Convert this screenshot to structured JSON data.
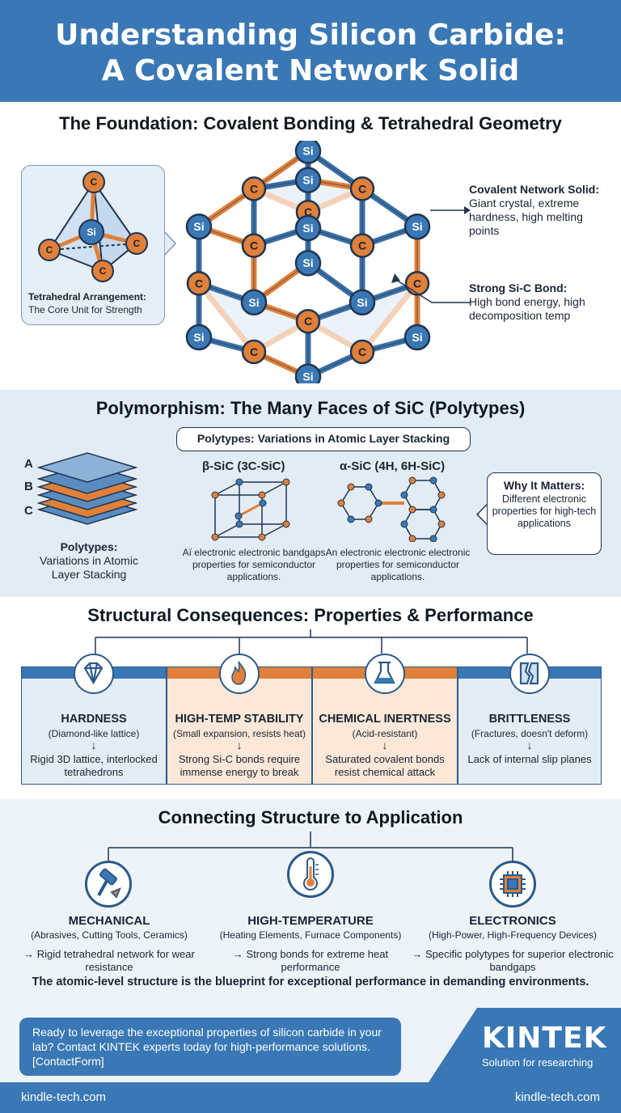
{
  "header": {
    "title_line1": "Understanding Silicon Carbide:",
    "title_line2": "A Covalent Network Solid"
  },
  "foundation": {
    "title": "The Foundation: Covalent Bonding & Tetrahedral Geometry",
    "tetra_caption_bold": "Tetrahedral Arrangement:",
    "tetra_caption": "The Core Unit for Strength",
    "atom_si": "Si",
    "atom_c": "C",
    "note1_title": "Covalent Network Solid:",
    "note1_text": "Giant crystal, extreme hardness, high melting points",
    "note2_title": "Strong Si-C Bond:",
    "note2_text": "High bond energy, high decomposition temp"
  },
  "polymorphism": {
    "title": "Polymorphism: The Many Faces of SiC (Polytypes)",
    "pill": "Polytypes: Variations in Atomic Layer Stacking",
    "layers": [
      "A",
      "B",
      "C"
    ],
    "left_caption_bold": "Polytypes:",
    "left_caption": "Variations in Atomic Layer Stacking",
    "beta_name": "β-SiC (3C-SiC)",
    "beta_desc": "Aï electronic electronic bandgaps properties for semiconductor applications.",
    "alpha_name": "α-SiC (4H, 6H-SiC)",
    "alpha_desc": "An electronic electronic electronic properties for semiconductor applications.",
    "why_title": "Why It Matters:",
    "why_text": "Different electronic properties for high-tech applications"
  },
  "properties": {
    "title": "Structural Consequences: Properties & Performance",
    "arrow": "↓",
    "cards": [
      {
        "title": "HARDNESS",
        "sub": "(Diamond-like lattice)",
        "result": "Rigid 3D lattice, interlocked tetrahedrons",
        "icon": "diamond-icon"
      },
      {
        "title": "HIGH-TEMP STABILITY",
        "sub": "(Small expansion, resists heat)",
        "result": "Strong Si-C bonds require immense energy to break",
        "icon": "flame-icon"
      },
      {
        "title": "CHEMICAL INERTNESS",
        "sub": "(Acid-resistant)",
        "result": "Saturated covalent bonds resist chemical attack",
        "icon": "flask-icon"
      },
      {
        "title": "BRITTLENESS",
        "sub": "(Fractures, doesn't deform)",
        "result": "Lack of internal slip planes",
        "icon": "fracture-icon"
      }
    ],
    "colors": {
      "blue_band": "#3a78b5",
      "orange_band": "#e0803a",
      "blue_fill": "#e4edf6",
      "orange_fill": "#fbe8d8"
    }
  },
  "applications": {
    "title": "Connecting Structure to Application",
    "items": [
      {
        "title": "MECHANICAL",
        "sub": "(Abrasives, Cutting Tools, Ceramics)",
        "result": "→ Rigid tetrahedral network for wear resistance",
        "icon": "hammer-icon"
      },
      {
        "title": "HIGH-TEMPERATURE",
        "sub": "(Heating Elements, Furnace Components)",
        "result": "→ Strong bonds for extreme heat performance",
        "icon": "thermometer-icon"
      },
      {
        "title": "ELECTRONICS",
        "sub": "(High-Power, High-Frequency Devices)",
        "result": "→ Specific polytypes for superior electronic bandgaps",
        "icon": "chip-icon"
      }
    ],
    "blueprint": "The atomic-level structure is the blueprint for exceptional performance in demanding environments."
  },
  "cta": {
    "text": "Ready to leverage the exceptional properties of silicon carbide in your lab? Contact KINTEK experts today for high-performance solutions. [ContactForm]"
  },
  "brand": {
    "logo": "KINTEK",
    "tagline": "Solution for researching"
  },
  "footer": {
    "left": "kindle-tech.com",
    "right": "kindle-tech.com"
  },
  "colors": {
    "primary_blue": "#3a78b5",
    "orange": "#e0803a",
    "navy": "#1f3550"
  }
}
